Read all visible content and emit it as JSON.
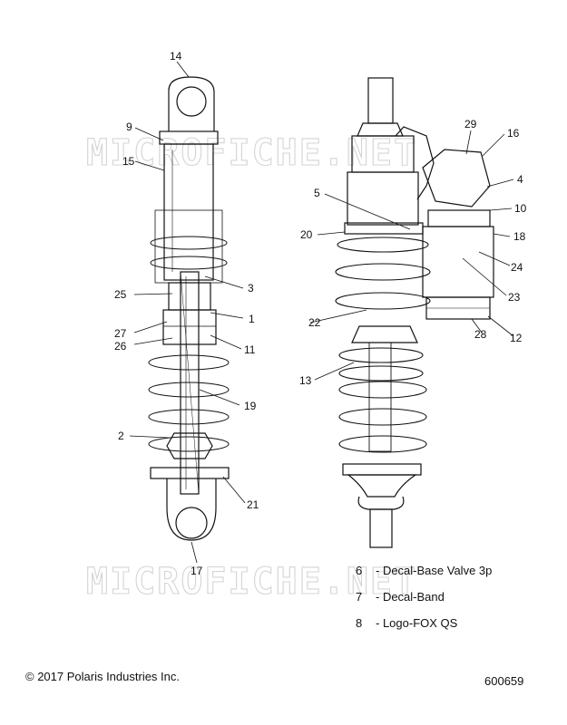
{
  "watermark": "MICROFICHE.NET",
  "callouts": [
    "14",
    "9",
    "15",
    "3",
    "25",
    "1",
    "27",
    "11",
    "26",
    "19",
    "2",
    "21",
    "17",
    "29",
    "16",
    "4",
    "5",
    "10",
    "20",
    "18",
    "24",
    "23",
    "22",
    "12",
    "28",
    "13"
  ],
  "legend": [
    {
      "num": "6",
      "text": "- Decal-Base Valve 3p"
    },
    {
      "num": "7",
      "text": "- Decal-Band"
    },
    {
      "num": "8",
      "text": "- Logo-FOX QS"
    }
  ],
  "copyright": "© 2017 Polaris Industries Inc.",
  "figure_id": "600659"
}
